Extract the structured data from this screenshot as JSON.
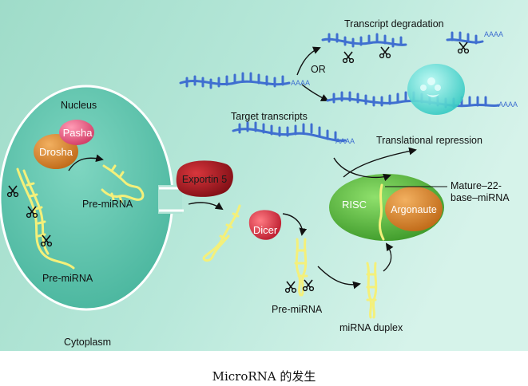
{
  "diagram": {
    "regions": {
      "nucleus": "Nucleus",
      "cytoplasm": "Cytoplasm"
    },
    "proteins": {
      "pasha": "Pasha",
      "drosha": "Drosha",
      "exportin": "Exportin 5",
      "dicer": "Dicer",
      "risc": "RISC",
      "argonaute": "Argonaute"
    },
    "labels": {
      "pre_mirna_nucleus": "Pre-miRNA",
      "pre_mirna_pore": "Pre-miRNA",
      "pre_mirna_dicer": "Pre-miRNA",
      "mirna_duplex": "miRNA duplex",
      "mature_mirna": "Mature–22-\nbase–miRNA",
      "target_transcripts": "Target transcripts",
      "transcript_degradation": "Transcript degradation",
      "or": "OR",
      "translational_repression": "Translational repression"
    },
    "polya_tail": "AAAA"
  },
  "caption": "MicroRNA 的发生",
  "colors": {
    "background": "#aee3d4",
    "nucleus_fill": "#63c7b1",
    "mirna_strand": "#f4f07a",
    "mrna_blue": "#3f6fd0",
    "pasha": "#e85a82",
    "drosha": "#e08a30",
    "exportin": "#b11a22",
    "dicer": "#d8283a",
    "risc": "#5fbf3f",
    "argonaute": "#d7923a",
    "ribosome": "#6ee6dd"
  }
}
